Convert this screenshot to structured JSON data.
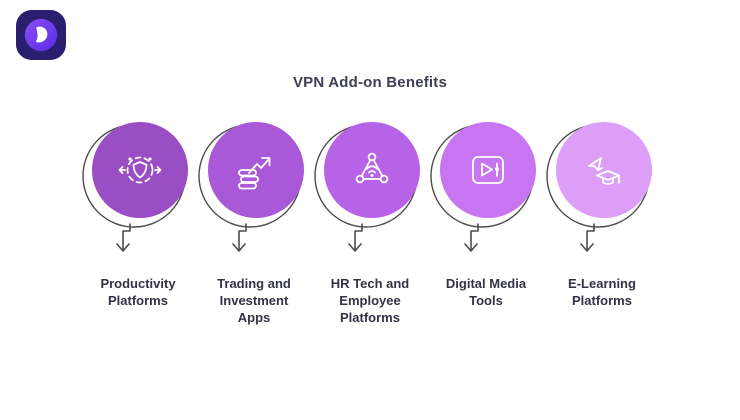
{
  "logo": {
    "alt": "vpn-app-logo"
  },
  "header": {
    "title": "VPN Add-on Benefits"
  },
  "benefits": [
    {
      "label": "Productivity Platforms",
      "color": "#9a4ec4",
      "icon": "share-network-shield-icon"
    },
    {
      "label": "Trading and Investment Apps",
      "color": "#a958d8",
      "icon": "coins-growth-chart-icon"
    },
    {
      "label": "HR Tech and Employee Platforms",
      "color": "#b763e8",
      "icon": "connected-people-icon"
    },
    {
      "label": "Digital Media Tools",
      "color": "#c875f2",
      "icon": "video-player-icon"
    },
    {
      "label": "E-Learning Platforms",
      "color": "#dc9ef7",
      "icon": "graduation-learning-icon"
    }
  ],
  "colors": {
    "background": "#ffffff",
    "outline": "#4c4c4c",
    "title_text": "#3e3e55",
    "label_text": "#333347",
    "logo_background": "#2a1f6e",
    "logo_gradient_start": "#8a4df5",
    "logo_gradient_end": "#5a2ce0"
  }
}
